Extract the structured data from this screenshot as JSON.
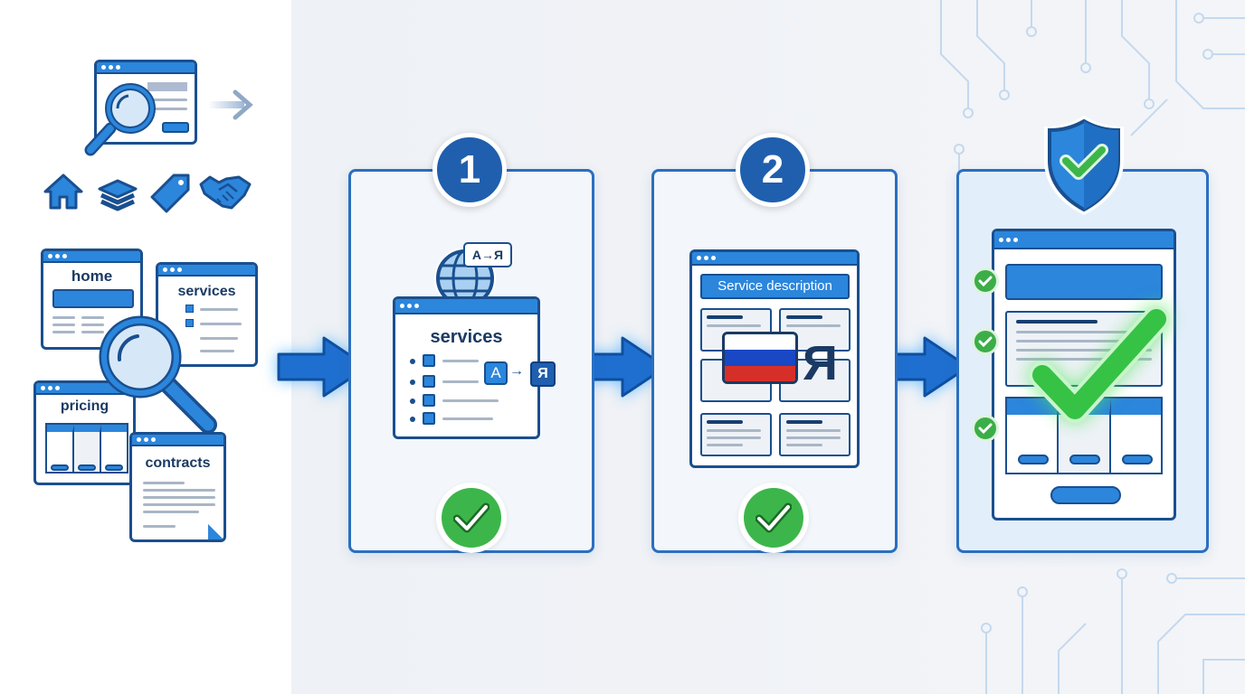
{
  "left_panel": {
    "icons": [
      "home-icon",
      "layers-icon",
      "tag-icon",
      "handshake-icon"
    ],
    "pages": [
      {
        "label": "home"
      },
      {
        "label": "services"
      },
      {
        "label": "pricing"
      },
      {
        "label": "contracts"
      }
    ]
  },
  "steps": [
    {
      "number": "1",
      "window_title": "services",
      "translate_bubble": "A→Я",
      "translate_from": "A",
      "translate_to": "Я",
      "status": "check"
    },
    {
      "number": "2",
      "banner": "Service description",
      "letter": "Я",
      "flag_colors": [
        "#ffffff",
        "#1a47c4",
        "#d62f2a"
      ],
      "status": "check"
    },
    {
      "number": "",
      "shield": "verified",
      "status": "approved"
    }
  ],
  "colors": {
    "primary": "#2b86dc",
    "dark_blue": "#1a4f8f",
    "badge_blue": "#1f5fae",
    "success_green": "#3cb64a",
    "background": "#eef1f5"
  }
}
